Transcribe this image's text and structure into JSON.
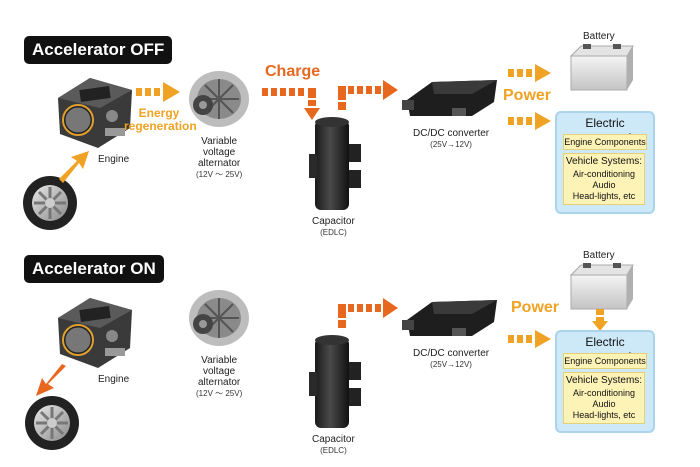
{
  "colors": {
    "orange": "#f0a224",
    "red_orange": "#e8671f",
    "panel_blue": "#cde8f6",
    "yellow_box": "#fdf3b6"
  },
  "top": {
    "mode_label": "Accelerator OFF",
    "engine_label": "Engine",
    "energy_regen": "Energy regeneration",
    "alternator": {
      "line1": "Variable",
      "line2": "voltage",
      "line3": "alternator",
      "range": "(12V ～ 25V)"
    },
    "charge": "Charge",
    "capacitor": {
      "name": "Capacitor",
      "sub": "(EDLC)"
    },
    "dcdc": {
      "name": "DC/DC converter",
      "range": "(25V→12V)"
    },
    "power": "Power",
    "battery": "Battery",
    "electric": {
      "title": "Electric components",
      "engine_components": "Engine Components",
      "vehicle_systems": "Vehicle Systems:",
      "items": [
        "Air-conditioning",
        "Audio",
        "Head-lights, etc"
      ]
    }
  },
  "bottom": {
    "mode_label": "Accelerator ON",
    "engine_label": "Engine",
    "alternator": {
      "line1": "Variable",
      "line2": "voltage",
      "line3": "alternator",
      "range": "(12V ～ 25V)"
    },
    "capacitor": {
      "name": "Capacitor",
      "sub": "(EDLC)"
    },
    "dcdc": {
      "name": "DC/DC converter",
      "range": "(25V→12V)"
    },
    "power": "Power",
    "battery": "Battery",
    "electric": {
      "title": "Electric components",
      "engine_components": "Engine Components",
      "vehicle_systems": "Vehicle Systems:",
      "items": [
        "Air-conditioning",
        "Audio",
        "Head-lights, etc"
      ]
    }
  }
}
